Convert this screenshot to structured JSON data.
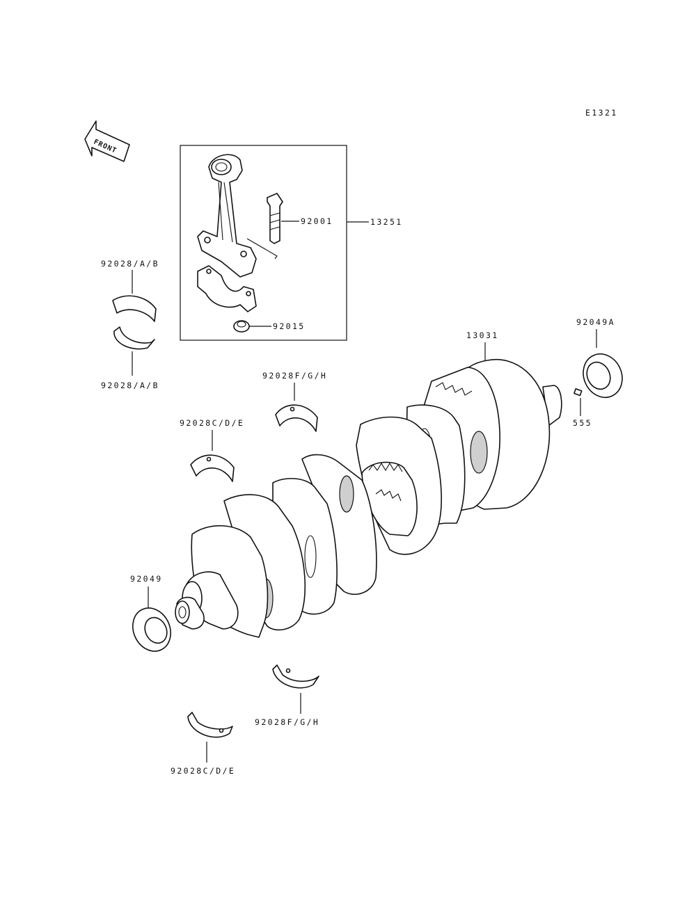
{
  "diagram_code": "E1321",
  "front_arrow": {
    "text": "FRONT",
    "icon": "front-direction-arrow-icon"
  },
  "callouts": {
    "conrod_assembly": "13251",
    "conrod_bolt": "92001",
    "conrod_nut": "92015",
    "conrod_bearing_upper": "92028/A/B",
    "conrod_bearing_lower": "92028/A/B",
    "main_bearing_fgh_upper": "92028F/G/H",
    "main_bearing_cde_upper": "92028C/D/E",
    "crankshaft": "13031",
    "oil_seal_right": "92049A",
    "key": "555",
    "oil_seal_left": "92049",
    "main_bearing_fgh_lower": "92028F/G/H",
    "main_bearing_cde_lower": "92028C/D/E"
  }
}
